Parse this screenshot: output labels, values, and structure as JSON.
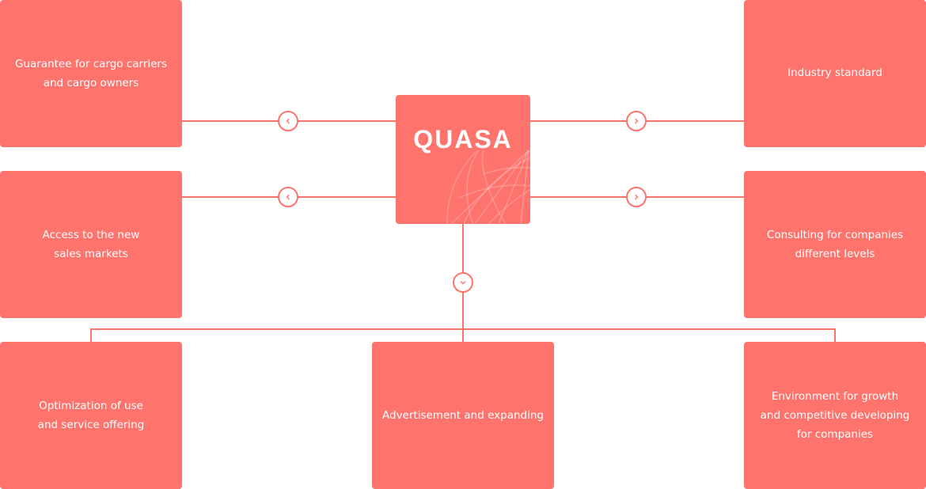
{
  "center": {
    "title": "QUASA",
    "icon": "globe-icon"
  },
  "nodes": {
    "top_left": {
      "label": "Guarantee for cargo carriers\nand cargo owners"
    },
    "mid_left": {
      "label": "Access to the new\nsales markets"
    },
    "top_right": {
      "label": "Industry standard"
    },
    "mid_right": {
      "label": "Consulting for companies\ndifferent levels"
    },
    "bottom_left": {
      "label": "Optimization of use\nand service offering"
    },
    "bottom_center": {
      "label": "Advertisement and expanding"
    },
    "bottom_right": {
      "label": "Environment for growth\nand competitive developing\nfor companies"
    }
  },
  "connectors": {
    "left_top": "chevron-left-icon",
    "left_mid": "chevron-left-icon",
    "right_top": "chevron-right-icon",
    "right_mid": "chevron-right-icon",
    "down": "chevron-down-icon"
  },
  "colors": {
    "accent": "#ff736d",
    "background": "#ffffff",
    "text": "#ffffff"
  }
}
